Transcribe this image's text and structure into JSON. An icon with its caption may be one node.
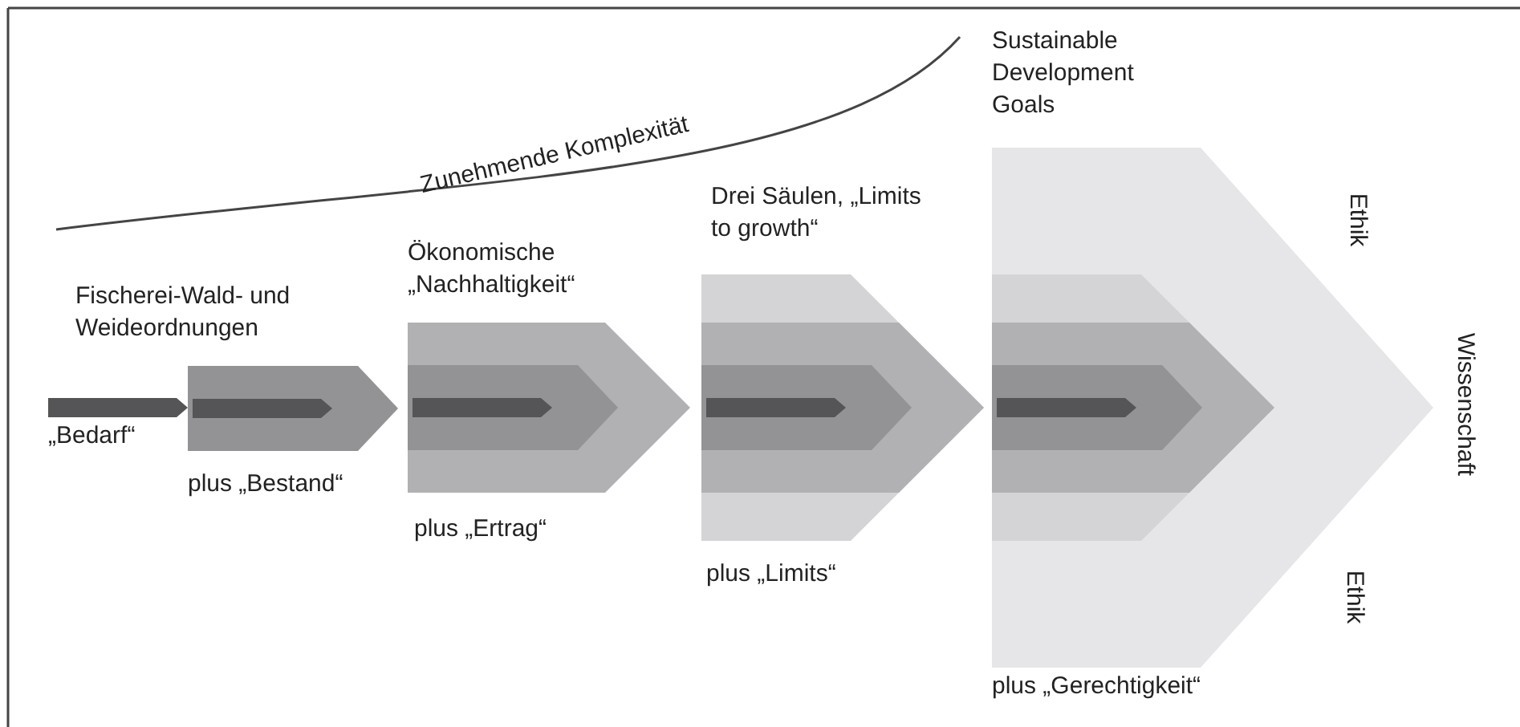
{
  "diagram": {
    "nodes": [
      {
        "text": [],
        "shape": "arrow",
        "beside": [
          "„Bedarf“"
        ]
      },
      {
        "text": [
          "Fischerei-Wald- und Weideordnungen"
        ],
        "beside": [
          "plus „Bestand“"
        ]
      },
      {
        "text": [
          "Ökonomische „Nachhaltigkeit“"
        ],
        "beside": [
          "plus „Ertrag“"
        ]
      },
      {
        "text": [
          "Drei Säulen, „Limits to growth“"
        ],
        "beside": [
          "plus „Limits“"
        ]
      },
      {
        "text": [
          "Sustainable Development Goals"
        ],
        "beside": [
          "plus „Gerechtigkeit“"
        ]
      }
    ],
    "labels": [
      "Zunehmende Komplexität",
      "Ethik",
      "Wissenschaft",
      "Ethik"
    ]
  }
}
